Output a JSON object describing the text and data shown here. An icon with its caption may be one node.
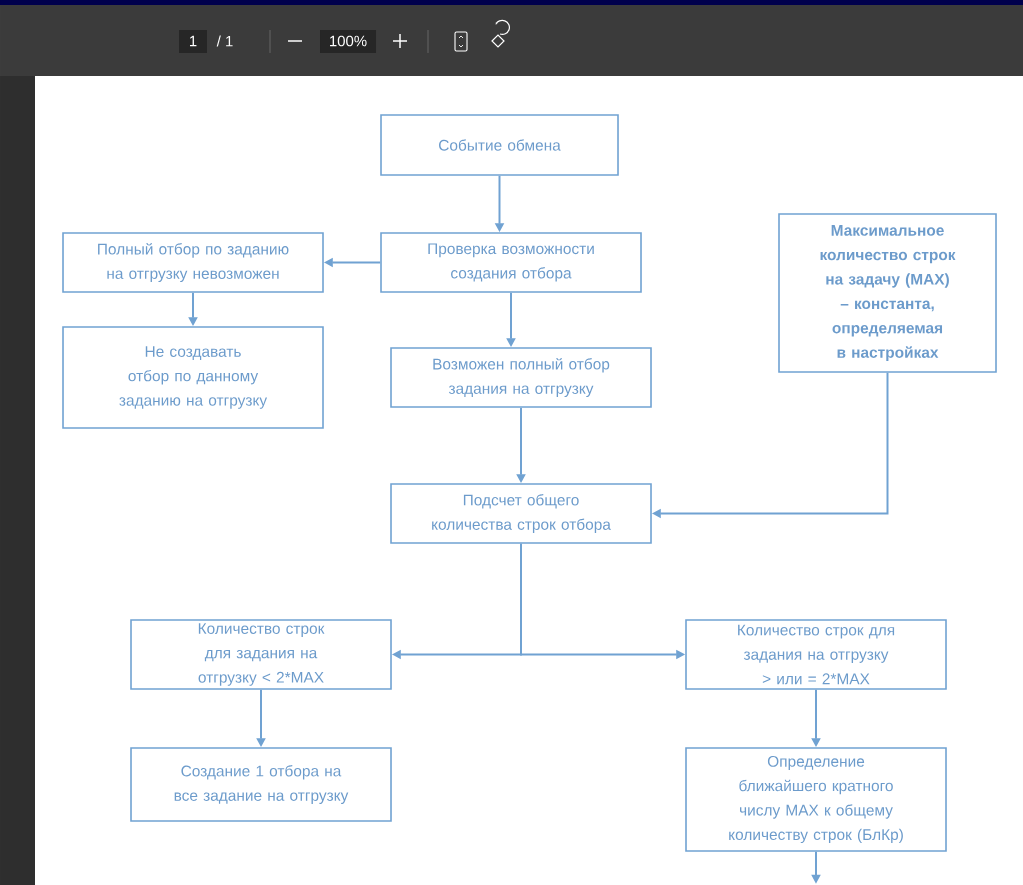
{
  "diagram": {
    "nodes": [
      {
        "text": [
          "Событие обмена"
        ]
      },
      {
        "text": [
          "Проверка возможности создания отбора"
        ]
      },
      {
        "text": [
          "Полный отбор по заданию на отгрузку невозможен"
        ]
      },
      {
        "text": [
          "Не создавать отбор по данному заданию на отгрузку"
        ]
      },
      {
        "text": [
          "Возможен полный отбор задания на отгрузку"
        ]
      },
      {
        "text": [
          "Максимальное количество строк на задачу (MAX) – константа, определяемая в настройках"
        ]
      },
      {
        "text": [
          "Подсчет общего количества строк отбора"
        ]
      },
      {
        "text": [
          "Количество строк для задания на отгрузку < 2*MAX"
        ]
      },
      {
        "text": [
          "Количество строк для задания на отгрузку > или = 2*MAX"
        ]
      },
      {
        "text": [
          "Создание 1 отбора на все задание на отгрузку"
        ]
      },
      {
        "text": [
          "Определение ближайшего кратного числу MAX к общему количеству строк (БлКр)"
        ]
      }
    ],
    "edges": [
      {
        "from": 0,
        "to": 1,
        "arrow": "to"
      },
      {
        "from": 1,
        "to": 2,
        "arrow": "to"
      },
      {
        "from": 2,
        "to": 3,
        "arrow": "to"
      },
      {
        "from": 1,
        "to": 4,
        "arrow": "to"
      },
      {
        "from": 4,
        "to": 6,
        "arrow": "to"
      },
      {
        "from": 5,
        "to": 6,
        "arrow": "to"
      },
      {
        "from": 6,
        "to": 7,
        "arrow": "to"
      },
      {
        "from": 6,
        "to": 8,
        "arrow": "to"
      },
      {
        "from": 7,
        "to": 9,
        "arrow": "to"
      },
      {
        "from": 8,
        "to": 10,
        "arrow": "to"
      },
      {
        "from": 10,
        "to": null,
        "arrow": "to"
      }
    ],
    "labels": [
      "1",
      "/ 1",
      "100%"
    ]
  }
}
